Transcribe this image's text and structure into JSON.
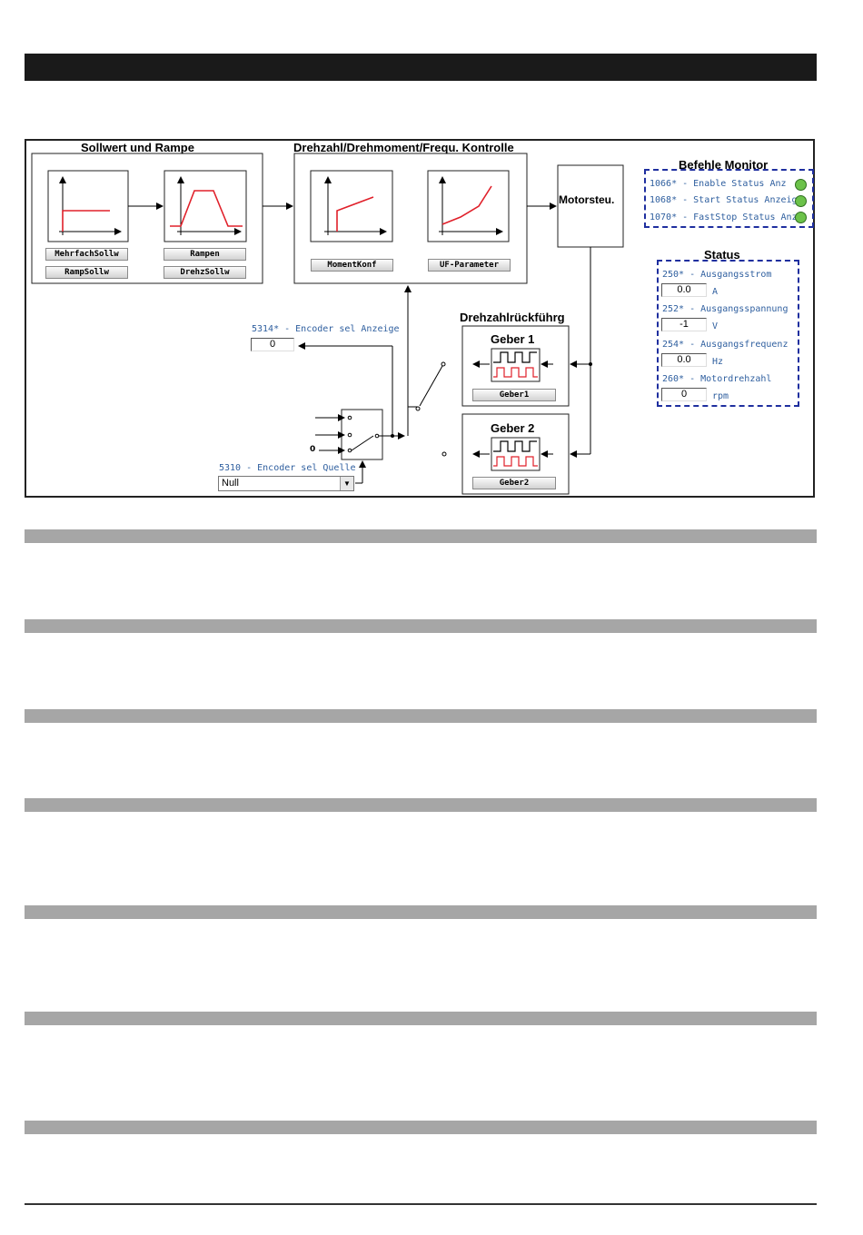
{
  "diagram": {
    "titles": {
      "setpoint": "Sollwert und Rampe",
      "speed_control": "Drehzahl/Drehmoment/Frequ. Kontrolle",
      "motor": "Motorsteu.",
      "feedback": "Drehzahlrückführg",
      "commands_monitor": "Befehle Monitor",
      "status": "Status",
      "encoder1": "Geber 1",
      "encoder2": "Geber 2"
    },
    "buttons": {
      "mehrfachsollw": "MehrfachSollw",
      "rampsollw": "RampSollw",
      "rampen": "Rampen",
      "drehzsollw": "DrehzSollw",
      "momentkonf": "MomentKonf",
      "uf_parameter": "UF-Parameter",
      "geber1": "Geber1",
      "geber2": "Geber2"
    },
    "encoder_display": {
      "label": "5314* - Encoder sel Anzeige",
      "value": "0"
    },
    "encoder_source": {
      "label": "5310 - Encoder sel Quelle",
      "value": "Null"
    },
    "switch_zero_label": "0",
    "monitor": [
      {
        "label": "1066* - Enable Status Anz"
      },
      {
        "label": "1068* - Start Status Anzeige"
      },
      {
        "label": "1070* - FastStop Status Anz"
      }
    ],
    "status_items": [
      {
        "label": "250* - Ausgangsstrom",
        "value": "0.0",
        "unit": "A"
      },
      {
        "label": "252* - Ausgangsspannung",
        "value": "-1",
        "unit": "V"
      },
      {
        "label": "254* - Ausgangsfrequenz",
        "value": "0.0",
        "unit": "Hz"
      },
      {
        "label": "260* - Motordrehzahl",
        "value": "0",
        "unit": "rpm"
      }
    ],
    "colors": {
      "led_on": "#6cc24a",
      "param_text": "#2f5f9f",
      "dash_border": "#1f2f9f",
      "curve": "#e0202a"
    }
  }
}
